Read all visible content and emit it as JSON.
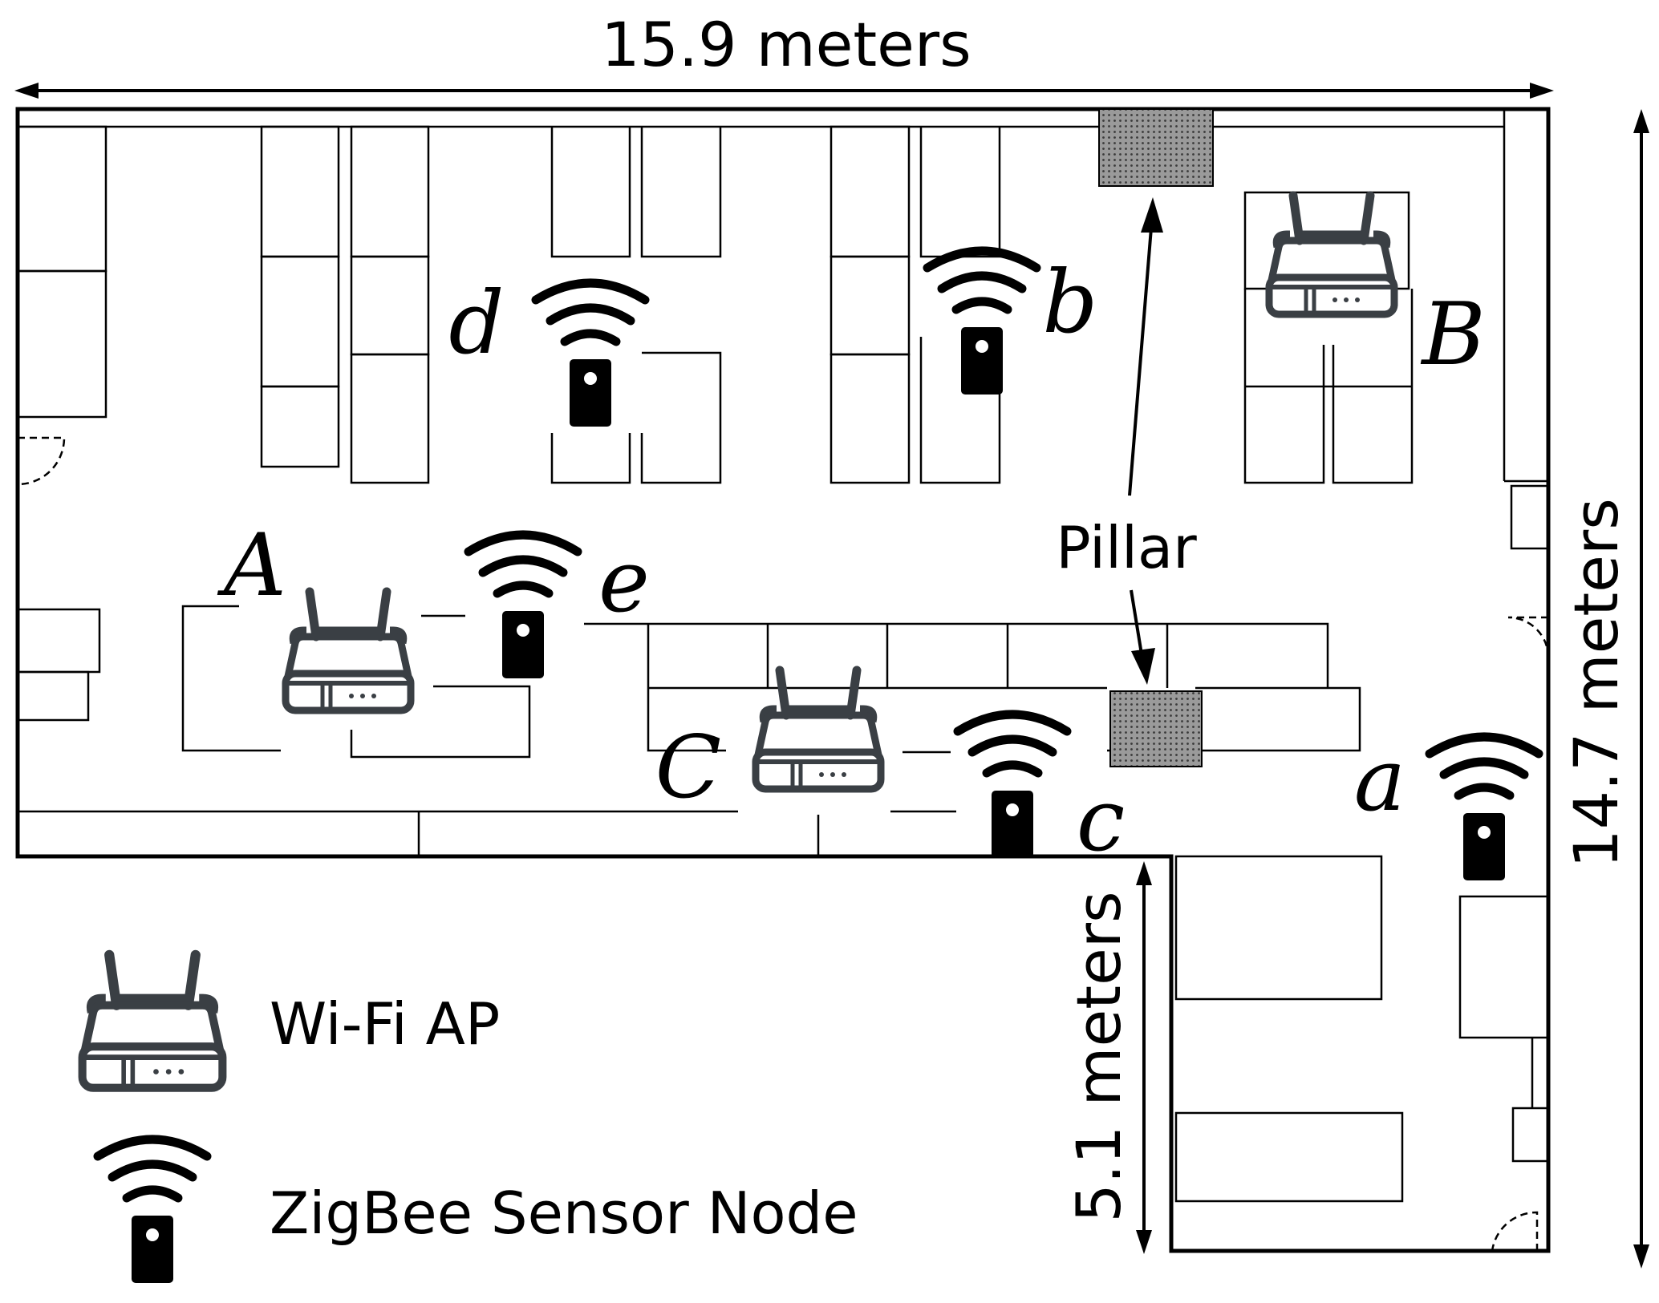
{
  "dimensions": {
    "width": "15.9 meters",
    "height": "14.7 meters",
    "wing": "5.1 meters"
  },
  "labels": {
    "pillar": "Pillar"
  },
  "access_points": [
    {
      "id": "A"
    },
    {
      "id": "B"
    },
    {
      "id": "C"
    }
  ],
  "sensor_nodes": [
    {
      "id": "a"
    },
    {
      "id": "b"
    },
    {
      "id": "c"
    },
    {
      "id": "d"
    },
    {
      "id": "e"
    }
  ],
  "legend": {
    "ap_label": "Wi-Fi AP",
    "sensor_label": "ZigBee Sensor Node"
  },
  "colors": {
    "line": "#000000",
    "ap_icon": "#3a3f44",
    "sensor_icon": "#000000",
    "pillar_fill": "#808080"
  },
  "icons": {
    "access_point": "wifi-router-icon",
    "sensor": "wifi-sensor-node-icon"
  }
}
